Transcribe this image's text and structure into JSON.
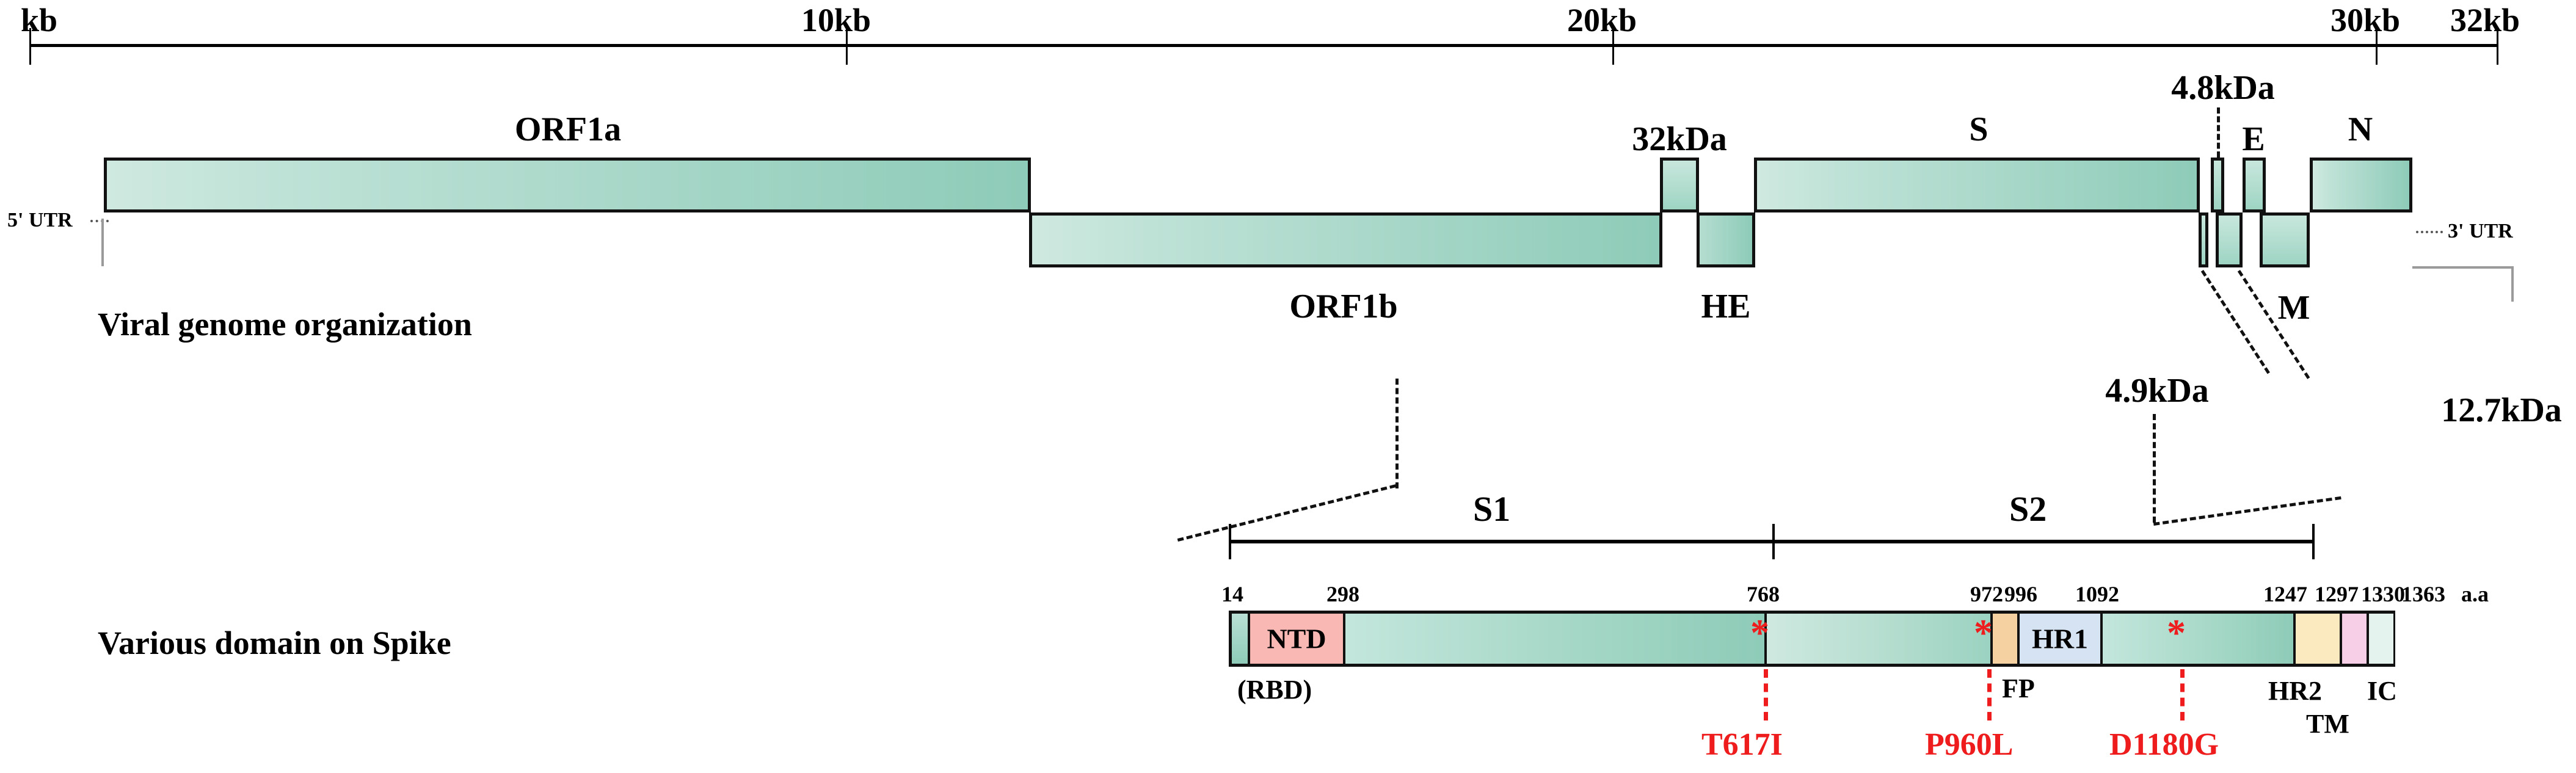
{
  "figure": {
    "row_titles": {
      "genome": "Viral genome organization",
      "spike": "Various domain on Spike"
    }
  },
  "ruler": {
    "ticks": [
      {
        "label": "kb",
        "kb": 0
      },
      {
        "label": "10kb",
        "kb": 10
      },
      {
        "label": "20kb",
        "kb": 20
      },
      {
        "label": "30kb",
        "kb": 30
      },
      {
        "label": "32kb",
        "kb": 32
      }
    ]
  },
  "genome": {
    "utr5": "5' UTR",
    "utr3": "3' UTR",
    "genes": [
      {
        "name": "ORF1a",
        "row": "up"
      },
      {
        "name": "ORF1b",
        "row": "down"
      },
      {
        "name": "32kDa",
        "row": "up"
      },
      {
        "name": "HE",
        "row": "down"
      },
      {
        "name": "S",
        "row": "up"
      },
      {
        "name": "4.8kDa",
        "row": "up"
      },
      {
        "name": "4.9kDa",
        "row": "down"
      },
      {
        "name": "E",
        "row": "up"
      },
      {
        "name": "12.7kDa",
        "row": "down"
      },
      {
        "name": "M",
        "row": "down"
      },
      {
        "name": "N",
        "row": "up"
      }
    ]
  },
  "spike": {
    "bracket": {
      "s1": "S1",
      "s2": "S2"
    },
    "unit_label": "a.a",
    "positions": [
      "14",
      "298",
      "768",
      "972",
      "996",
      "1092",
      "1247",
      "1297",
      "1330",
      "1363"
    ],
    "domains": [
      {
        "name": "NTD",
        "label_in": "NTD",
        "color": "#f9b8b3"
      },
      {
        "name": "RBD",
        "label_below": "(RBD)"
      },
      {
        "name": "FP",
        "label_below": "FP",
        "color": "#f5d0a0"
      },
      {
        "name": "HR1",
        "label_in": "HR1",
        "color": "#d6e3f2"
      },
      {
        "name": "HR2",
        "label_below": "HR2",
        "color": "#fbe9bf"
      },
      {
        "name": "TM",
        "label_below": "TM",
        "color": "#f7cfe6"
      },
      {
        "name": "IC",
        "label_below": "IC",
        "color": "#e4f3ee"
      }
    ],
    "mutations": [
      {
        "label": "T617I",
        "residue": 617
      },
      {
        "label": "P960L",
        "residue": 960
      },
      {
        "label": "D1180G",
        "residue": 1180
      }
    ],
    "star_glyph": "*"
  },
  "colors": {
    "teal_dark": "#8ecbb8",
    "teal_light": "#cfe9e0",
    "ntd_pink": "#f9b8b3",
    "fp_orange": "#f5d0a0",
    "hr1_blue": "#d6e3f2",
    "hr2_cream": "#fbe9bf",
    "tm_pink": "#f7cfe6",
    "ic_pale": "#e4f3ee",
    "mutation_red": "#ee1c1c",
    "outline": "#111111"
  }
}
